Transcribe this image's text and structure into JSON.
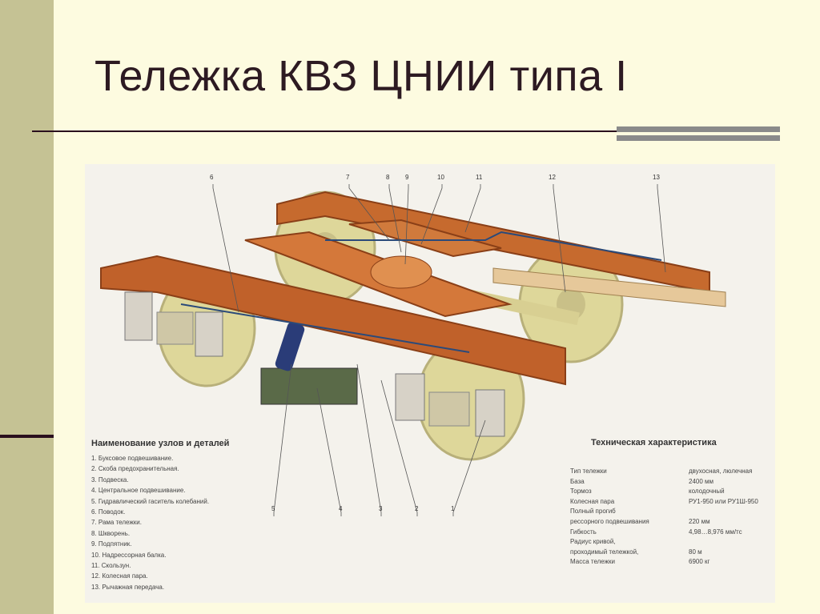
{
  "slide": {
    "title": "Тележка КВЗ ЦНИИ типа I"
  },
  "colors": {
    "background": "#fdfbe0",
    "left_strip": "#c5c294",
    "title_text": "#2d1a22",
    "frame": "#b85a25",
    "wheel": "#ded79a",
    "spring": "#d7d2c7"
  },
  "figure": {
    "callouts_top": [
      "6",
      "7",
      "8",
      "9",
      "10",
      "11",
      "12",
      "13"
    ],
    "callouts_bottom": [
      "5",
      "4",
      "3",
      "2",
      "1"
    ],
    "parts_title": "Наименование узлов и деталей",
    "parts": [
      "1. Буксовое подвешивание.",
      "2. Скоба предохранительная.",
      "3. Подвеска.",
      "4. Центральное подвешивание.",
      "5. Гидравлический гаситель колебаний.",
      "6. Поводок.",
      "7. Рама тележки.",
      "8. Шкворень.",
      "9. Подпятник.",
      "10. Надрессорная балка.",
      "11. Скользун.",
      "12. Колесная пара.",
      "13. Рычажная передача."
    ],
    "spec_title": "Техническая характеристика",
    "specs": [
      {
        "k": "Тип тележки",
        "v": "двухосная, люлечная"
      },
      {
        "k": "База",
        "v": "2400 мм"
      },
      {
        "k": "Тормоз",
        "v": "колодочный"
      },
      {
        "k": "Колесная пара",
        "v": "РУ1-950 или РУ1Ш-950"
      },
      {
        "k": "Полный прогиб",
        "v": ""
      },
      {
        "k": "рессорного подвешивания",
        "v": "220 мм"
      },
      {
        "k": "Гибкость",
        "v": "4,98…8,976 мм/тс"
      },
      {
        "k": "Радиус кривой,",
        "v": ""
      },
      {
        "k": "проходимый тележкой,",
        "v": "80 м"
      },
      {
        "k": "Масса тележки",
        "v": "6900 кг"
      }
    ]
  }
}
